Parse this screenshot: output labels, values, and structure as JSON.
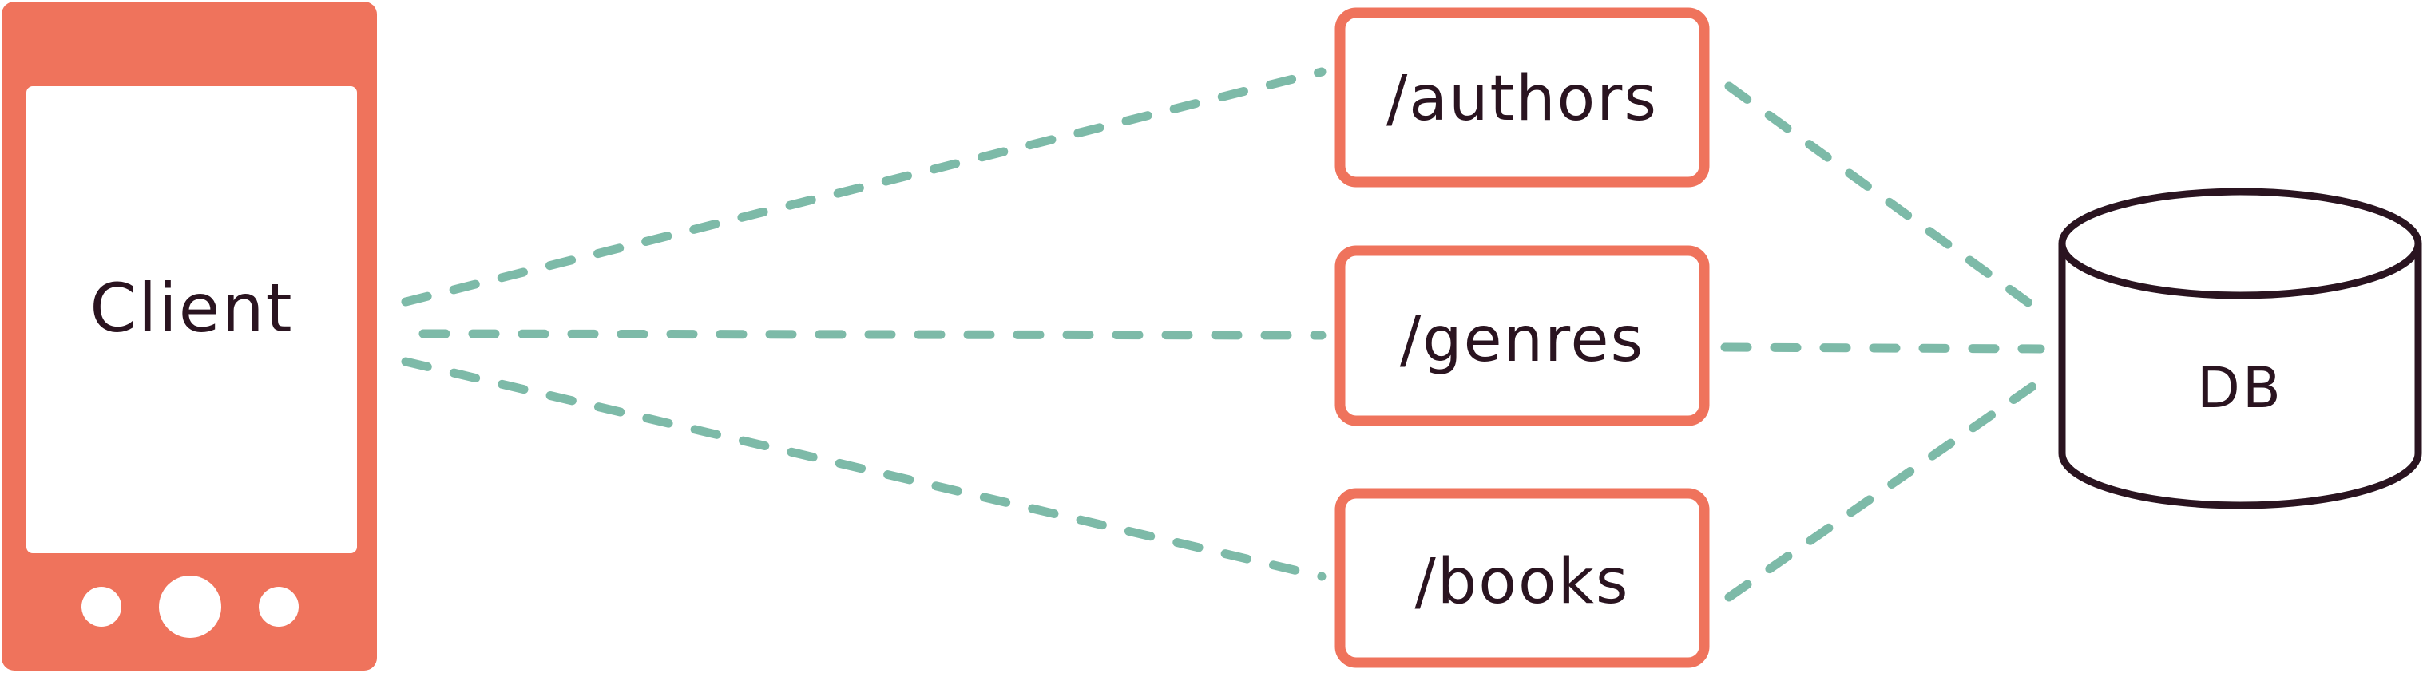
{
  "colors": {
    "client_fill": "#EF735C",
    "endpoint_border": "#EF735C",
    "connector": "#7DBAA8",
    "database_stroke": "#2A1420",
    "text": "#2A1420",
    "background": "#FFFFFF"
  },
  "client": {
    "label": "Client",
    "icon": "mobile-phone"
  },
  "endpoints": [
    {
      "label": "/authors"
    },
    {
      "label": "/genres"
    },
    {
      "label": "/books"
    }
  ],
  "database": {
    "label": "DB",
    "icon": "cylinder-database"
  }
}
